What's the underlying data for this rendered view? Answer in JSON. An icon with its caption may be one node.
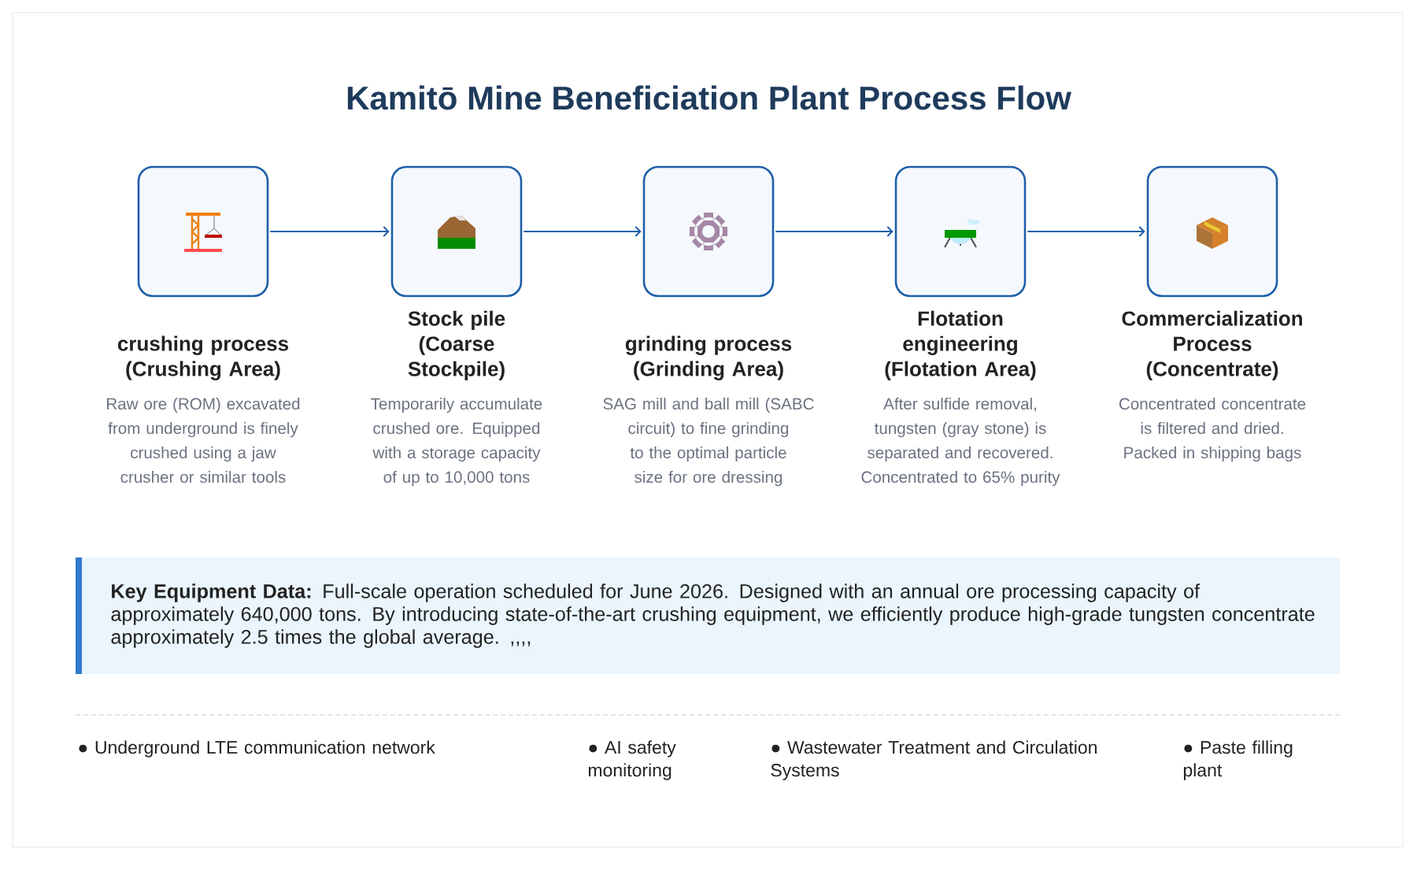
{
  "diagram": {
    "title": "Kamitō Mine Beneficiation Plant Process Flow",
    "nodes": [
      {
        "text": [
          "crushing process (Crushing Area)",
          "Raw ore (ROM) excavated from underground is finely crushed using a jaw crusher or similar tools"
        ]
      },
      {
        "text": [
          "Stock pile (Coarse Stockpile)",
          "Temporarily accumulate crushed ore. Equipped with a storage capacity of up to 10,000 tons"
        ]
      },
      {
        "text": [
          "grinding process (Grinding Area)",
          "SAG mill and ball mill (SABC circuit) to fine grinding to the optimal particle size for ore dressing"
        ]
      },
      {
        "text": [
          "Flotation engineering (Flotation Area)",
          "After sulfide removal, tungsten (gray stone) is separated and recovered. Concentrated to 65% purity"
        ]
      },
      {
        "text": [
          "Commercialization Process (Concentrate)",
          "Concentrated concentrate is filtered and dried. Packed in shipping bags"
        ]
      },
      {
        "text": [
          "**Key Equipment Data:** Full-scale operation scheduled for June 2026. Designed with an annual ore processing capacity of approximately 640,000 tons. By introducing state-of-the-art crushing equipment, we efficiently produce high-grade tungsten concentrate approximately 2.5 times the global average. ,,,,"
        ]
      }
    ],
    "edges": [
      {
        "from": 0,
        "to": 1,
        "arrow": "to"
      },
      {
        "from": 1,
        "to": 2,
        "arrow": "to"
      },
      {
        "from": 2,
        "to": 3,
        "arrow": "to"
      },
      {
        "from": 3,
        "to": 4,
        "arrow": "to"
      }
    ],
    "labels": [
      "● Underground LTE communication network",
      "● AI safety monitoring",
      "● Wastewater Treatment and Circulation Systems",
      "● Paste filling plant"
    ]
  }
}
